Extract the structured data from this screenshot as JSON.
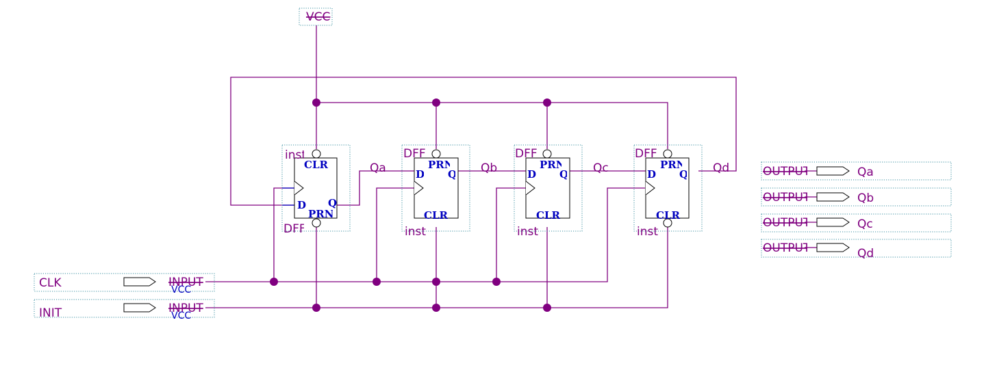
{
  "vcc_source": "VCC",
  "flip_flops": [
    {
      "part": "DFF",
      "instance": "inst",
      "clr": "CLR",
      "pre": "PRN",
      "d": "D",
      "q": "Q",
      "out": "Qa"
    },
    {
      "part": "DFF",
      "instance": "inst",
      "clr": "CLR",
      "pre": "PRN",
      "d": "D",
      "q": "Q",
      "out": "Qb"
    },
    {
      "part": "DFF",
      "instance": "inst",
      "clr": "CLR",
      "pre": "PRN",
      "d": "D",
      "q": "Q",
      "out": "Qc"
    },
    {
      "part": "DFF",
      "instance": "inst",
      "clr": "CLR",
      "pre": "PRN",
      "d": "D",
      "q": "Q",
      "out": "Qd"
    }
  ],
  "inputs": [
    {
      "name": "CLK",
      "type": "INPUT",
      "default": "VCC"
    },
    {
      "name": "INIT",
      "type": "INPUT",
      "default": "VCC"
    }
  ],
  "outputs": [
    {
      "type": "OUTPUT",
      "name": "Qa"
    },
    {
      "type": "OUTPUT",
      "name": "Qb"
    },
    {
      "type": "OUTPUT",
      "name": "Qc"
    },
    {
      "type": "OUTPUT",
      "name": "Qd"
    }
  ],
  "colors": {
    "wire": "#800080",
    "symbol_text": "#0000c0",
    "frame": "#3a8fa0"
  }
}
